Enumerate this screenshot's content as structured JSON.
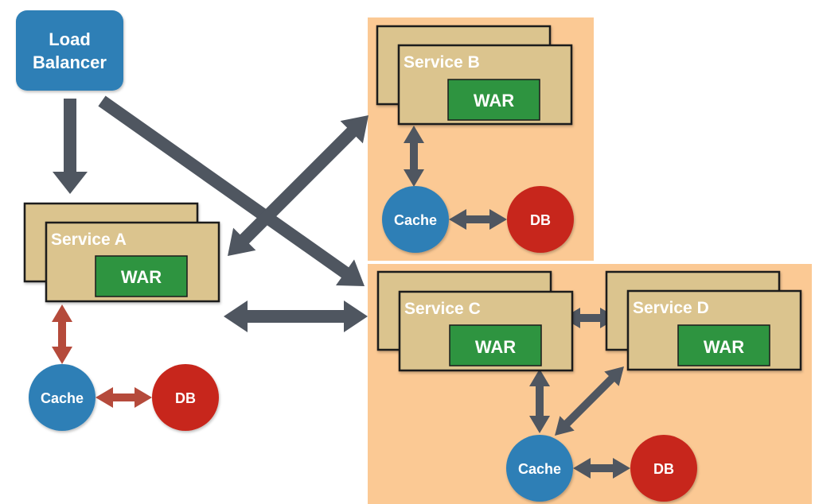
{
  "colors": {
    "background": "#ffffff",
    "panel": "#fbc994",
    "service_box": "#dbc48e",
    "war": "#2e9440",
    "cache": "#2e7fb6",
    "db": "#c7281c",
    "load_balancer": "#2e7fb6",
    "arrow_dark": "#4f5660",
    "arrow_red": "#b54a3b"
  },
  "load_balancer": {
    "line1": "Load",
    "line2": "Balancer"
  },
  "services": [
    {
      "name": "Service A",
      "artifact": "WAR"
    },
    {
      "name": "Service B",
      "artifact": "WAR"
    },
    {
      "name": "Service C",
      "artifact": "WAR"
    },
    {
      "name": "Service D",
      "artifact": "WAR"
    }
  ],
  "nodes": {
    "cache_a": "Cache",
    "db_a": "DB",
    "cache_b": "Cache",
    "db_b": "DB",
    "cache_cd": "Cache",
    "db_cd": "DB"
  },
  "connections": [
    {
      "from": "Load Balancer",
      "to": "Service A",
      "type": "one-way"
    },
    {
      "from": "Load Balancer",
      "to": "Service C",
      "type": "one-way"
    },
    {
      "from": "Service A",
      "to": "Service B",
      "type": "two-way"
    },
    {
      "from": "Service A",
      "to": "Service C",
      "type": "two-way"
    },
    {
      "from": "Service A",
      "to": "Cache",
      "type": "two-way"
    },
    {
      "from": "Cache",
      "to": "DB",
      "type": "two-way"
    },
    {
      "from": "Service B",
      "to": "Cache",
      "type": "two-way"
    },
    {
      "from": "Service C",
      "to": "Service D",
      "type": "two-way"
    },
    {
      "from": "Service C",
      "to": "Cache",
      "type": "two-way"
    },
    {
      "from": "Service D",
      "to": "Cache",
      "type": "two-way"
    }
  ]
}
